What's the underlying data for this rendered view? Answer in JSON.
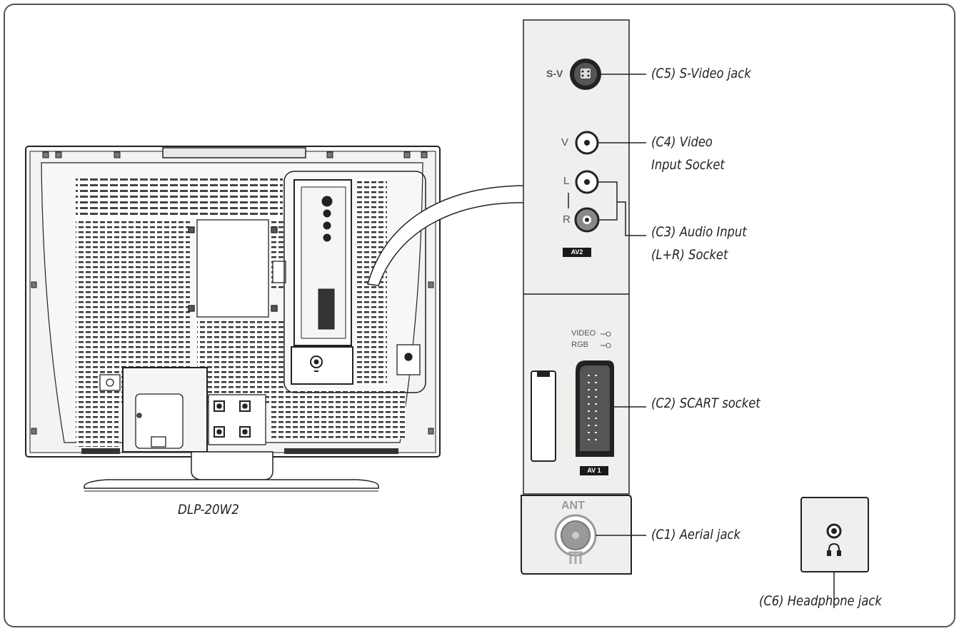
{
  "model_name": "DLP-20W2",
  "panel": {
    "sv": "S-V",
    "v": "V",
    "l": "L",
    "r": "R",
    "av2": "AV2",
    "video": "VIDEO",
    "rgb": "RGB",
    "av1": "AV 1",
    "ant": "ANT"
  },
  "callouts": {
    "c5": "(C5) S-Video jack",
    "c4_line1": "(C4) Video",
    "c4_line2": "Input Socket",
    "c3_line1": "(C3) Audio Input",
    "c3_line2": "(L+R) Socket",
    "c2": "(C2) SCART socket",
    "c1": "(C1) Aerial jack",
    "c6": "(C6) Headphone jack"
  },
  "colors": {
    "border": "#555555",
    "panel_fill": "#efefed",
    "line": "#222222"
  }
}
